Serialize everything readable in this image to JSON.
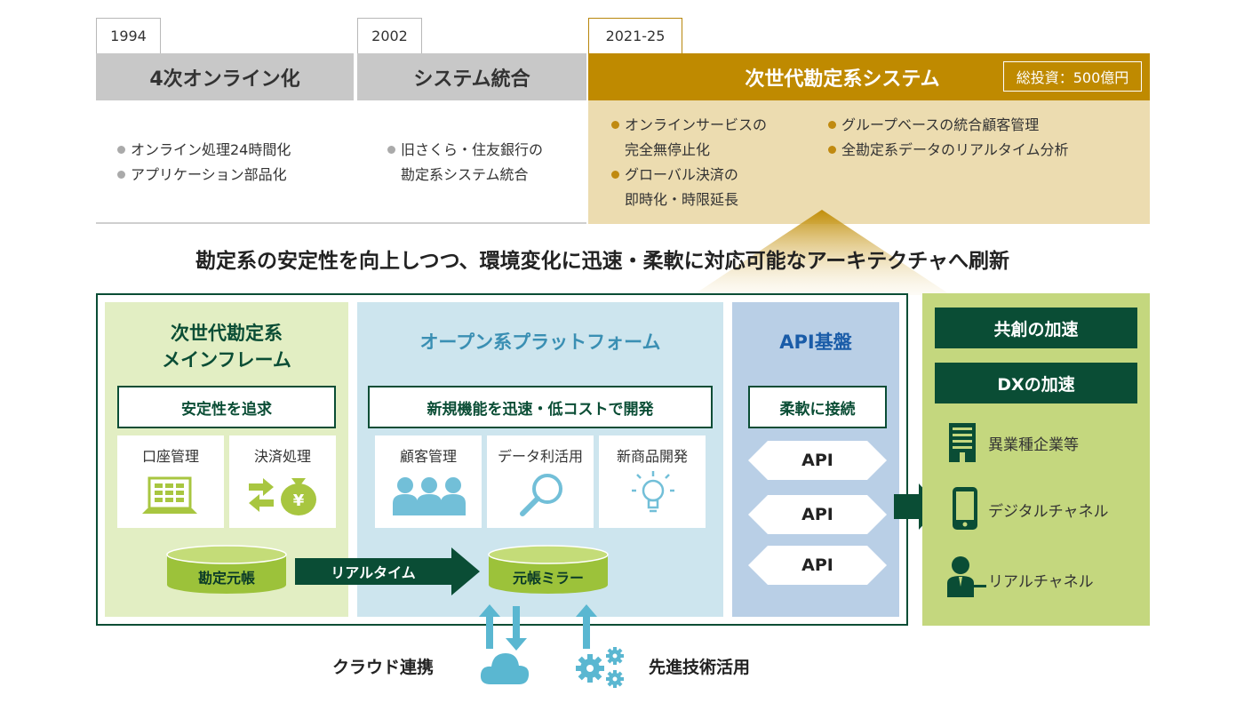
{
  "timeline": [
    {
      "year": "1994",
      "title": "4次オンライン化",
      "bullets": [
        "オンライン処理24時間化",
        "アプリケーション部品化"
      ]
    },
    {
      "year": "2002",
      "title": "システム統合",
      "bullets": [
        "旧さくら・住友銀行の",
        "勘定系システム統合"
      ]
    },
    {
      "year": "2021-25",
      "title": "次世代勘定系システム",
      "badge": "総投資：500億円",
      "bullets_left": [
        "オンラインサービスの",
        "完全無停止化",
        "グローバル決済の",
        "即時化・時限延長"
      ],
      "bullets_right": [
        "グループベースの統合顧客管理",
        "全勘定系データのリアルタイム分析"
      ]
    }
  ],
  "headline": "勘定系の安定性を向上しつつ、環境変化に迅速・柔軟に対応可能なアーキテクチャへ刷新",
  "mainframe": {
    "title_line1": "次世代勘定系",
    "title_line2": "メインフレーム",
    "subtitle": "安定性を追求",
    "cards": [
      "口座管理",
      "決済処理"
    ],
    "ledger": "勘定元帳"
  },
  "open_platform": {
    "title": "オープン系プラットフォーム",
    "subtitle": "新規機能を迅速・低コストで開発",
    "cards": [
      "顧客管理",
      "データ利活用",
      "新商品開発"
    ],
    "mirror": "元帳ミラー"
  },
  "realtime_arrow": "リアルタイム",
  "api": {
    "title": "API基盤",
    "subtitle": "柔軟に接続",
    "items": [
      "API",
      "API",
      "API"
    ]
  },
  "right_panel": {
    "buttons": [
      "共創の加速",
      "DXの加速"
    ],
    "channels": [
      "異業種企業等",
      "デジタルチャネル",
      "リアルチャネル"
    ]
  },
  "bottom": {
    "cloud": "クラウド連携",
    "tech": "先進技術活用"
  },
  "colors": {
    "gold": "#bf8a00",
    "gold_light": "#ecdcb0",
    "dark_green": "#0a4d35",
    "lime": "#c4d77e",
    "pale_green": "#e2eec3",
    "pale_blue": "#cde5ee",
    "api_blue": "#b9cfe6",
    "sky": "#5ab7d1"
  }
}
